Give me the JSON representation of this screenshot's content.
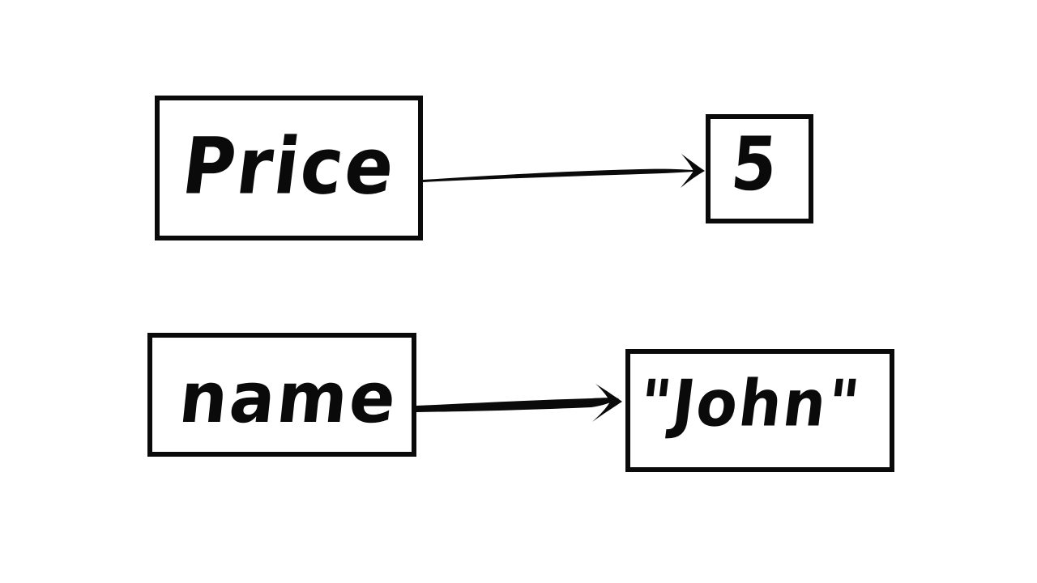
{
  "diagram": {
    "type": "key-value-mapping",
    "style": "hand-drawn-whiteboard",
    "background_color": "#ffffff",
    "ink_color": "#0a0a0a",
    "rows": [
      {
        "key": "Price",
        "value": "5",
        "value_kind": "number",
        "arrow": "arrow-price-to-5"
      },
      {
        "key": "name",
        "value": "\"John\"",
        "value_kind": "string",
        "arrow": "arrow-name-to-john"
      }
    ]
  }
}
